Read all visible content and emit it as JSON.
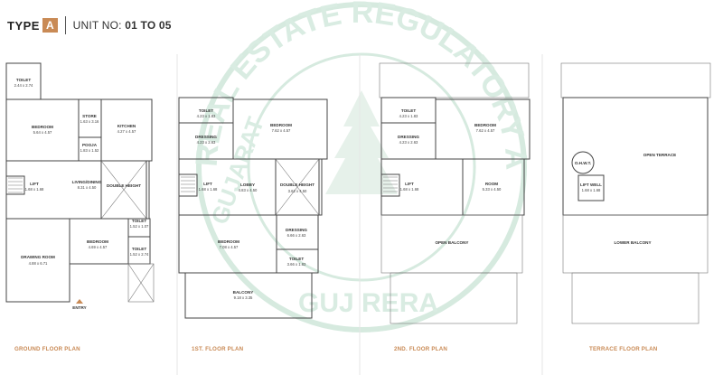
{
  "header": {
    "type_word": "TYPE",
    "type_letter": "A",
    "unit_label": "UNIT NO:",
    "unit_value": "01 TO 05"
  },
  "colors": {
    "accent": "#c98a55",
    "wall": "#444444",
    "watermark": "#d6eadf"
  },
  "plans": {
    "ground": {
      "caption": "GROUND FLOOR PLAN",
      "toilet": "TOILET",
      "toilet_dim": "2.44 x 2.74",
      "bedroom": "BEDROOM",
      "bedroom_dim": "5.64 x 4.57",
      "store": "STORE",
      "store_dim": "1.63 x 3.16",
      "pooja": "POOJA",
      "pooja_dim": "1.83 x 1.52",
      "kitchen": "KITCHEN",
      "kitchen_dim": "4.27 x 4.57",
      "lift": "LIFT",
      "lift_dim": "1.68 x 1.68",
      "living": "LIVING/DINING",
      "living_dim": "8.31 x 4.50",
      "double_height": "DOUBLE HEIGHT",
      "toilet2": "TOILET",
      "toilet2_dim": "1.52 x 1.07",
      "toilet3": "TOILET",
      "toilet3_dim": "1.52 x 2.74",
      "bedroom2": "BEDROOM",
      "bedroom2_dim": "4.69 x 4.57",
      "drawing": "DRAWING ROOM",
      "drawing_dim": "4.88 x 6.71",
      "entry": "ENTRY"
    },
    "first": {
      "caption": "1ST. FLOOR PLAN",
      "toilet": "TOILET",
      "toilet_dim": "4.23 x 1.83",
      "dressing": "DRESSING",
      "dressing_dim": "4.23 x 2.63",
      "bedroom": "BEDROOM",
      "bedroom_dim": "7.62 x 4.57",
      "lift": "LIFT",
      "lift_dim": "1.68 x 1.68",
      "lobby": "LOBBY",
      "lobby_dim": "4.83 x 4.50",
      "double_height": "DOUBLE HEIGHT",
      "double_height_dim": "3.62 x 4.50",
      "bedroom2": "BEDROOM",
      "bedroom2_dim": "7.08 x 4.57",
      "dressing2": "DRESSING",
      "dressing2_dim": "6.66 x 2.63",
      "toilet2": "TOILET",
      "toilet2_dim": "3.66 x 1.83",
      "balcony": "BALCONY",
      "balcony_dim": "9.18 x 3.35"
    },
    "second": {
      "caption": "2ND. FLOOR PLAN",
      "toilet": "TOILET",
      "toilet_dim": "4.23 x 1.83",
      "dressing": "DRESSING",
      "dressing_dim": "4.23 x 2.63",
      "bedroom": "BEDROOM",
      "bedroom_dim": "7.62 x 4.57",
      "lift": "LIFT",
      "lift_dim": "1.68 x 1.68",
      "room": "ROOM",
      "room_dim": "5.33 x 4.50",
      "open_balcony": "OPEN BALCONY"
    },
    "terrace": {
      "caption": "TERRACE FLOOR PLAN",
      "ohwt": "O.H.W.T.",
      "open_terrace": "OPEN TERRACE",
      "lift_well": "LIFT WELL",
      "lift_well_dim": "1.68 x 1.68",
      "lower_balcony": "LOWER BALCONY"
    }
  },
  "watermark": {
    "text_top": "REAL ESTATE REGULATORY AUTHORITY",
    "text_bottom": "GUJ RERA",
    "text_left": "GUJARAT"
  }
}
